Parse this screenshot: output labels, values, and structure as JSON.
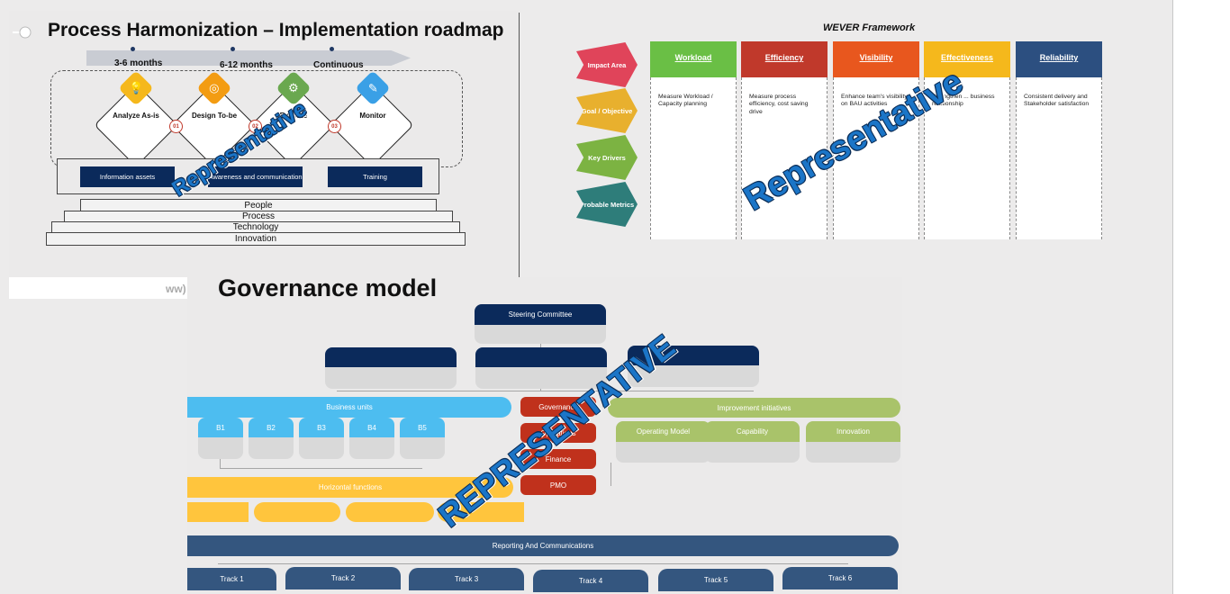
{
  "roadmap": {
    "title": "Process Harmonization – Implementation roadmap",
    "timeline": [
      "3-6 months",
      "6-12 months",
      "Continuous"
    ],
    "steps": [
      {
        "label": "Analyze As-is",
        "icon": "lightbulb-icon",
        "color": "#f5b81c",
        "glyph": "💡"
      },
      {
        "label": "Design To-be",
        "icon": "target-icon",
        "color": "#f39c12",
        "glyph": "◎"
      },
      {
        "label": "Execute",
        "icon": "gears-icon",
        "color": "#6aa84f",
        "glyph": "⚙"
      },
      {
        "label": "Monitor",
        "icon": "clipboard-icon",
        "color": "#3aa0e6",
        "glyph": "✎"
      }
    ],
    "step_numbers": [
      "01",
      "02",
      "03"
    ],
    "enablers": [
      "Information assets",
      "Awareness and communication",
      "Training"
    ],
    "foundations": [
      "People",
      "Process",
      "Technology",
      "Innovation"
    ],
    "watermark": "Representative"
  },
  "wever": {
    "title": "WEVER Framework",
    "rows": [
      {
        "label": "Impact Area",
        "color": "#e0445a"
      },
      {
        "label": "Goal / Objective",
        "color": "#e8b02e"
      },
      {
        "label": "Key Drivers",
        "color": "#7cb342"
      },
      {
        "label": "Probable Metrics",
        "color": "#2e7d7a"
      }
    ],
    "columns": [
      {
        "header": "Workload",
        "color": "#6abf45",
        "text": "Measure Workload / Capacity planning"
      },
      {
        "header": "Efficiency",
        "color": "#c0392b",
        "text": "Measure process efficiency, cost saving drive"
      },
      {
        "header": "Visibility",
        "color": "#e8571e",
        "text": "Enhance team's visibility on BAU activities"
      },
      {
        "header": "Effectiveness",
        "color": "#f5b81c",
        "text": "Strengthen ... business relationship"
      },
      {
        "header": "Reliability",
        "color": "#2c4f80",
        "text": "Consistent delivery and Stakeholder satisfaction"
      }
    ],
    "watermark": "Representative"
  },
  "governance": {
    "title": "Governance model",
    "prefix_fragment": "ww)",
    "steering": "Steering Committee",
    "business_units": {
      "title": "Business units",
      "items": [
        "B1",
        "B2",
        "B3",
        "B4",
        "B5"
      ]
    },
    "functions": [
      "Governance",
      "Operations",
      "Finance",
      "PMO"
    ],
    "improvement": {
      "title": "Improvement initiatives",
      "items": [
        "Operating Model",
        "Capability",
        "Innovation"
      ]
    },
    "horizontal": "Horizontal functions",
    "reporting": "Reporting And Communications",
    "tracks": [
      "Track 1",
      "Track 2",
      "Track 3",
      "Track 4",
      "Track 5",
      "Track 6"
    ],
    "watermark": "REPRESENTATIVE",
    "colors": {
      "navy": "#0b2a5b",
      "blue": "#4dbdf0",
      "red": "#c0311c",
      "green": "#a9c36a",
      "yellow": "#ffc53d",
      "slate": "#34567f"
    }
  }
}
